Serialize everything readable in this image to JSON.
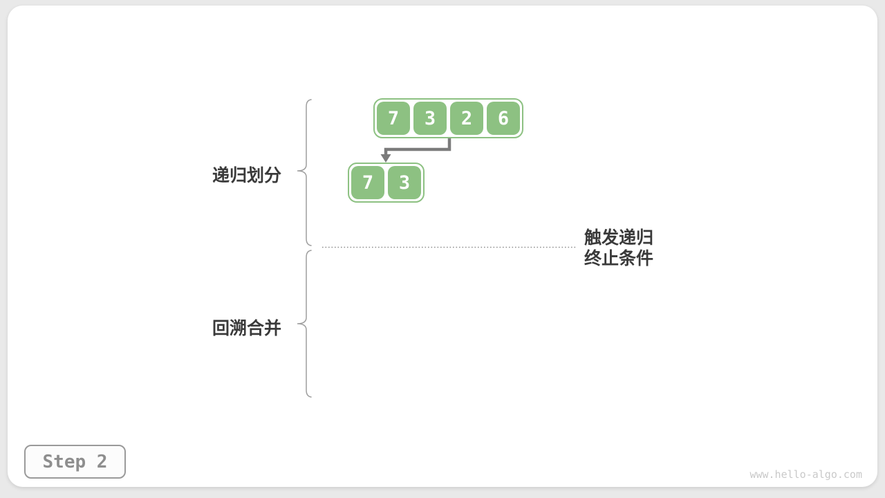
{
  "diagram": {
    "top_array": {
      "values": [
        "7",
        "3",
        "2",
        "6"
      ]
    },
    "sub_array": {
      "values": [
        "7",
        "3"
      ]
    },
    "phase_labels": {
      "divide": "递归划分",
      "merge": "回溯合并"
    },
    "annotation": {
      "line1": "触发递归",
      "line2": "终止条件"
    }
  },
  "step_badge": {
    "label": "Step 2"
  },
  "watermark": "www.hello-algo.com",
  "colors": {
    "background": "#e9e9e9",
    "card": "#ffffff",
    "green": "#8dc182",
    "arrow": "#7b7b7b",
    "brace": "#9e9e9e",
    "dotted": "#8f8f8f",
    "label_text": "#3a3a3a",
    "badge_border": "#9a9a9a",
    "badge_text": "#8e8e8e",
    "watermark_text": "#c9c9c9"
  }
}
